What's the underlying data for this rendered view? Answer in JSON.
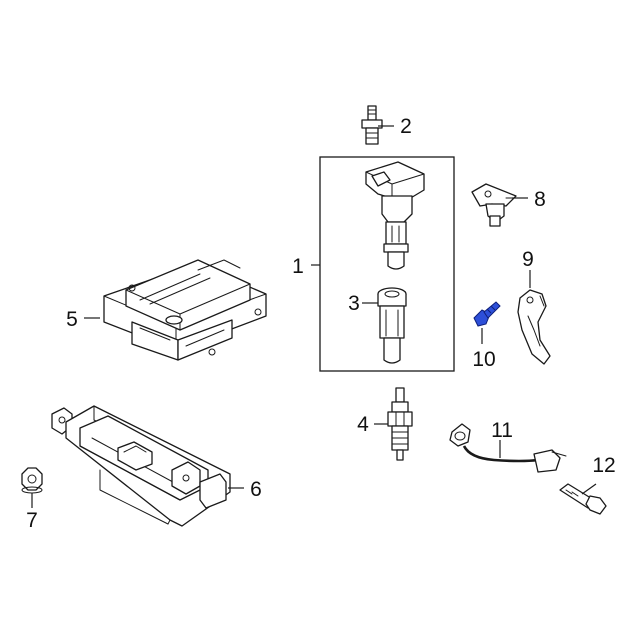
{
  "diagram": {
    "highlight_color": "#2d4fd8",
    "callouts": [
      {
        "id": "c1",
        "label": "1"
      },
      {
        "id": "c2",
        "label": "2"
      },
      {
        "id": "c3",
        "label": "3"
      },
      {
        "id": "c4",
        "label": "4"
      },
      {
        "id": "c5",
        "label": "5"
      },
      {
        "id": "c6",
        "label": "6"
      },
      {
        "id": "c7",
        "label": "7"
      },
      {
        "id": "c8",
        "label": "8"
      },
      {
        "id": "c9",
        "label": "9"
      },
      {
        "id": "c10",
        "label": "10"
      },
      {
        "id": "c11",
        "label": "11"
      },
      {
        "id": "c12",
        "label": "12"
      }
    ]
  }
}
